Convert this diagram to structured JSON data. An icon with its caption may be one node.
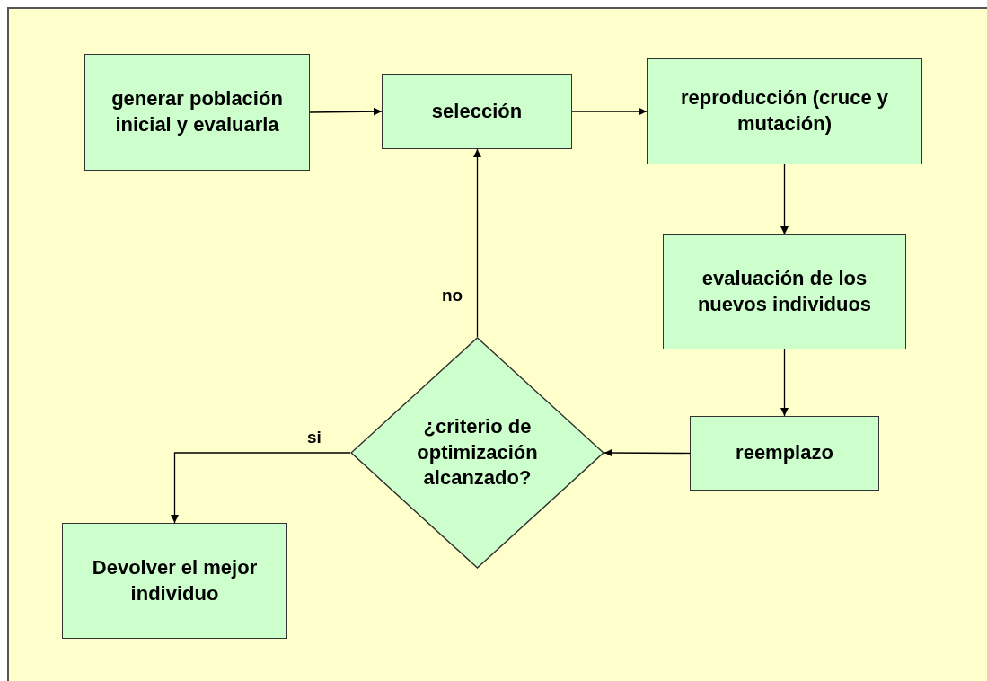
{
  "diagram": {
    "nodes": [
      {
        "text": [
          "generar población inicial y evaluarla"
        ]
      },
      {
        "text": [
          "selección"
        ]
      },
      {
        "text": [
          "reproducción (cruce y mutación)"
        ]
      },
      {
        "text": [
          "evaluación de los nuevos individuos"
        ]
      },
      {
        "text": [
          "reemplazo"
        ]
      },
      {
        "text": [
          "¿criterio de optimización alcanzado?"
        ]
      },
      {
        "text": [
          "Devolver el mejor individuo"
        ]
      }
    ],
    "edges": [
      {
        "from": 0,
        "to": 1,
        "arrow": "to"
      },
      {
        "from": 1,
        "to": 2,
        "arrow": "to"
      },
      {
        "from": 2,
        "to": 3,
        "arrow": "to"
      },
      {
        "from": 3,
        "to": 4,
        "arrow": "to"
      },
      {
        "from": 4,
        "to": 5,
        "arrow": "to"
      },
      {
        "from": 5,
        "to": 1,
        "arrow": "to",
        "label": "no"
      },
      {
        "from": 5,
        "to": 6,
        "arrow": "to",
        "label": "si"
      }
    ]
  }
}
